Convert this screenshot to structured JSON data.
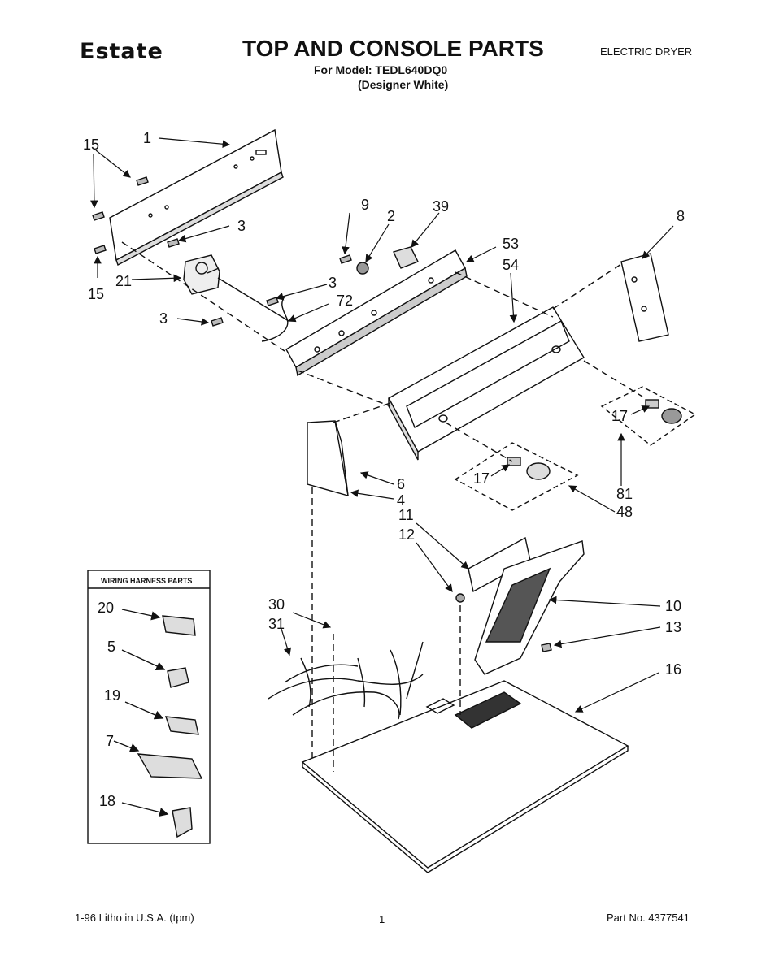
{
  "header": {
    "brand": "Estate",
    "title": "TOP AND CONSOLE PARTS",
    "model_line": "For Model: TEDL640DQ0",
    "color_line": "(Designer White)",
    "category": "ELECTRIC DRYER"
  },
  "harness": {
    "title": "WIRING HARNESS PARTS"
  },
  "callouts": {
    "c1": "1",
    "c15a": "15",
    "c15b": "15",
    "c3a": "3",
    "c21": "21",
    "c3b": "3",
    "c72": "72",
    "c3c": "3",
    "c9": "9",
    "c2": "2",
    "c39": "39",
    "c53": "53",
    "c54": "54",
    "c8": "8",
    "c17a": "17",
    "c17b": "17",
    "c81": "81",
    "c48": "48",
    "c6": "6",
    "c4": "4",
    "c11": "11",
    "c12": "12",
    "c10": "10",
    "c13": "13",
    "c16": "16",
    "c30": "30",
    "c31": "31",
    "c20": "20",
    "c5": "5",
    "c19": "19",
    "c7": "7",
    "c18": "18"
  },
  "footer": {
    "print_info": "1-96 Litho in U.S.A. (tpm)",
    "page_number": "1",
    "part_number": "Part No. 4377541"
  }
}
